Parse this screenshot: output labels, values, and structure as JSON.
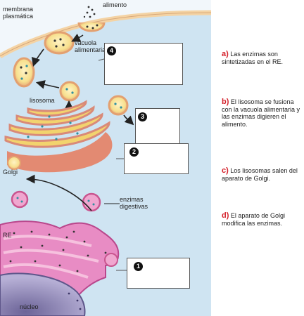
{
  "labels": {
    "membrane": "membrana plasmática",
    "food": "alimento",
    "food_vacuole": "vacuola alimentaria",
    "lysosome": "lisosoma",
    "golgi": "Golgi",
    "digestive_enzymes": "enzimas digestivas",
    "er": "RE",
    "nucleus": "núcleo"
  },
  "boxes": [
    {
      "number": "4",
      "text": ""
    },
    {
      "number": "3",
      "text": ""
    },
    {
      "number": "2",
      "text": ""
    },
    {
      "number": "1",
      "text": ""
    }
  ],
  "statements": [
    {
      "letter": "a)",
      "text": "Las enzimas son sintetizadas en el RE."
    },
    {
      "letter": "b)",
      "text": "El lisosoma se fusiona con la vacuola alimentaria y las enzimas digieren el alimento."
    },
    {
      "letter": "c)",
      "text": "Los lisosomas salen del aparato de Golgi."
    },
    {
      "letter": "d)",
      "text": "El aparato de Golgi modifica las enzimas."
    }
  ],
  "colors": {
    "cytoplasm": "#cfe4f2",
    "membrane": "#f4d3a4",
    "er": "#e88cc4",
    "golgi": "#f2d36e",
    "golgi_edge": "#d98a78",
    "vesicle": "#f8cd92",
    "nucleus": "#8e86b8",
    "accent_red": "#d4202a"
  }
}
